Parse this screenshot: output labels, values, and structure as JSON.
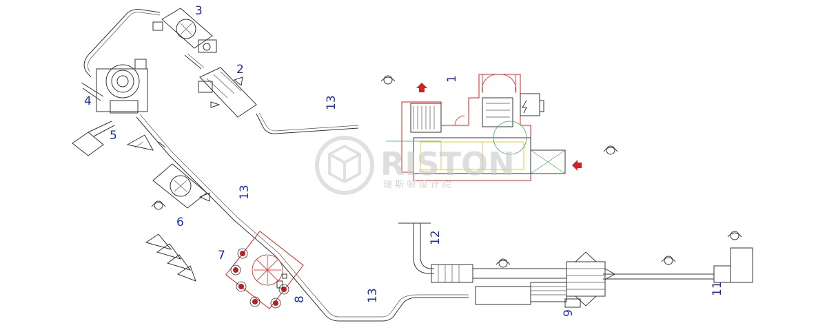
{
  "labels": {
    "n1": "1",
    "n2": "2",
    "n3": "3",
    "n4": "4",
    "n5": "5",
    "n6": "6",
    "n7": "7",
    "n8": "8",
    "n9": "9",
    "n11": "11",
    "n12": "12",
    "n13a": "13",
    "n13b": "13",
    "n13c": "13"
  },
  "watermark": {
    "text": "RISTON",
    "subtitle": "瑞 斯 顿 设 计 院"
  },
  "colors": {
    "label": "#1f2fa8",
    "linework": "#333333",
    "accent_red": "#d62020",
    "accent_green": "#3aa84a",
    "accent_yellow": "#d6c020",
    "watermark": "#c8c8c8"
  },
  "icons": [
    "operator-icon",
    "arrow-up-icon",
    "arrow-left-icon",
    "electrical-hazard-icon",
    "watermark-logo-icon"
  ]
}
